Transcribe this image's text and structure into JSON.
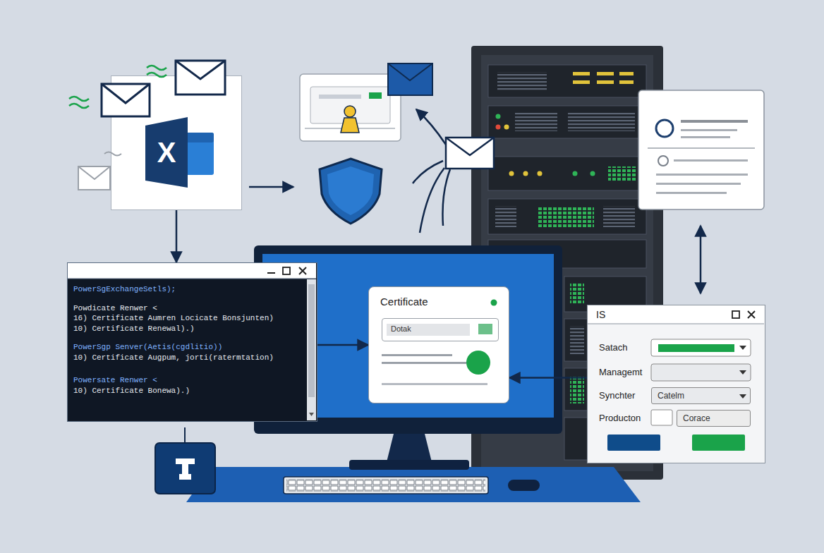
{
  "diagram": {
    "nodes": [
      {
        "text": [
          "X"
        ]
      },
      {
        "text": [
          "PowerSgExchangeSetls);",
          "Powdicate Renwer <",
          "16) Certificate Aumren Locicate Bonsjunten)",
          "10) Certificate Renewal).)",
          "PowerSgp Senver(Aetis(cgdlitio))",
          "10) Certificate Augpum, jorti(ratermtation)",
          "Powersate Renwer <",
          "10) Certificate Bonewa).)"
        ]
      },
      {
        "text": [
          "Certificate"
        ]
      },
      {
        "text": [
          "Dotak"
        ],
        "in": 2
      },
      {
        "text": [
          "IS",
          "Satach",
          "Managemt",
          "Synchter",
          "Producton"
        ]
      },
      {
        "text": [
          "Catelm"
        ],
        "in": 4
      },
      {
        "text": [
          "Corace"
        ],
        "in": 4
      }
    ],
    "edges": [
      {
        "from": 0,
        "to": 1,
        "arrow": "to"
      },
      {
        "from": 1,
        "to": 2,
        "arrow": "to"
      },
      {
        "from": 4,
        "to": 2,
        "arrow": "to"
      }
    ]
  }
}
